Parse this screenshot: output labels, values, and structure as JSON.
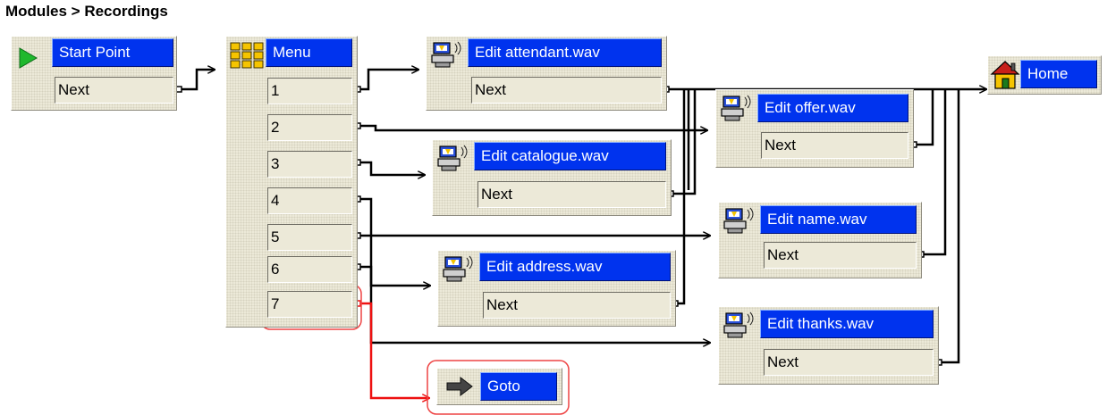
{
  "breadcrumb": "Modules > Recordings",
  "nodes": {
    "start": {
      "title": "Start Point",
      "exit": "Next",
      "icon": "play-icon"
    },
    "menu": {
      "title": "Menu",
      "options": [
        "1",
        "2",
        "3",
        "4",
        "5",
        "6",
        "7"
      ],
      "icon": "keypad-icon"
    },
    "attendant": {
      "title": "Edit attendant.wav",
      "exit": "Next",
      "icon": "record-prompt-icon"
    },
    "offer": {
      "title": "Edit offer.wav",
      "exit": "Next",
      "icon": "record-prompt-icon"
    },
    "catalogue": {
      "title": "Edit catalogue.wav",
      "exit": "Next",
      "icon": "record-prompt-icon"
    },
    "name": {
      "title": "Edit name.wav",
      "exit": "Next",
      "icon": "record-prompt-icon"
    },
    "address": {
      "title": "Edit address.wav",
      "exit": "Next",
      "icon": "record-prompt-icon"
    },
    "thanks": {
      "title": "Edit thanks.wav",
      "exit": "Next",
      "icon": "record-prompt-icon"
    },
    "home": {
      "title": "Home",
      "icon": "home-icon"
    },
    "goto": {
      "title": "Goto",
      "icon": "arrow-right-icon"
    }
  },
  "colors": {
    "header": "#0033ee",
    "connector": "#000000",
    "highlight": "#ee1111",
    "node_face": "#ece9d8"
  }
}
